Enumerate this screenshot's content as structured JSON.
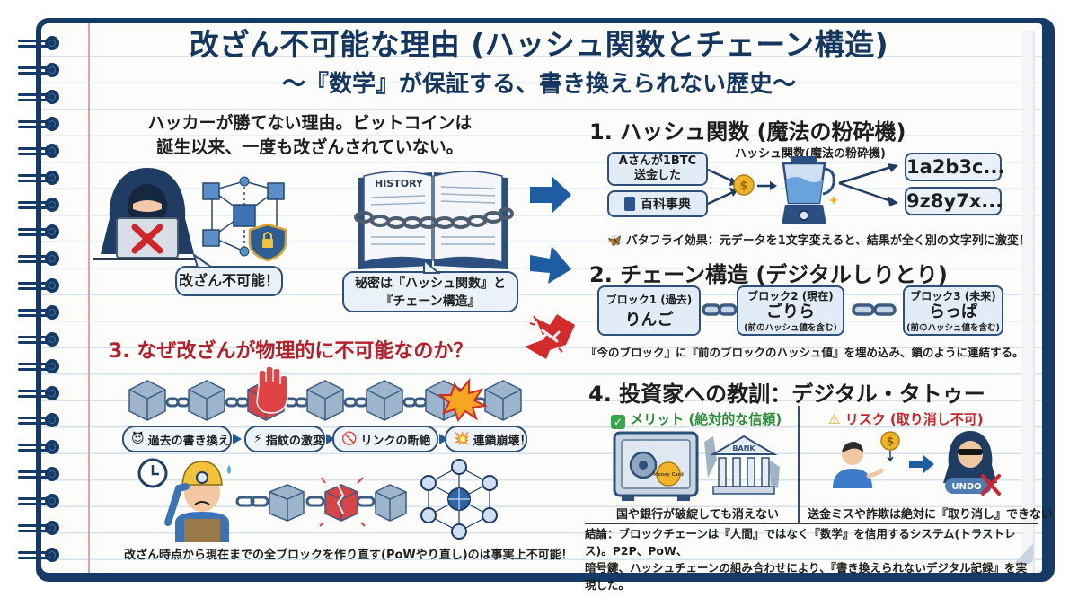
{
  "header": {
    "title": "改ざん不可能な理由 (ハッシュ関数とチェーン構造)",
    "subtitle": "〜『数学』が保証する、書き換えられない歴史〜"
  },
  "intro": {
    "lead_line1": "ハッカーが勝てない理由。ビットコインは",
    "lead_line2": "誕生以来、一度も改ざんされていない。",
    "hacker_bubble": "改ざん不可能！",
    "book_label": "HISTORY",
    "book_bubble_line1": "秘密は『ハッシュ関数』と",
    "book_bubble_line2": "『チェーン構造』"
  },
  "section1": {
    "heading": "1. ハッシュ関数 (魔法の粉砕機)",
    "blender_label": "ハッシュ関数(魔法の粉砕機)",
    "inputs": [
      {
        "line1": "Aさんが1BTC",
        "line2": "送金した",
        "icon": ""
      },
      {
        "line1": "百科事典",
        "line2": "",
        "icon": "book-icon"
      }
    ],
    "coin_symbol": "$",
    "outputs": [
      "1a2b3c...",
      "9z8y7x..."
    ],
    "butterfly_note": "バタフライ効果：元データを1文字変えると、結果が全く別の文字列に激変！"
  },
  "section2": {
    "heading": "2. チェーン構造 (デジタルしりとり)",
    "blocks": [
      {
        "label": "ブロック1 (過去)",
        "word": "りんご",
        "note": ""
      },
      {
        "label": "ブロック2 (現在)",
        "word": "ごりら",
        "note": "(前のハッシュ値を含む)"
      },
      {
        "label": "ブロック3 (未来)",
        "word": "らっぱ",
        "note": "(前のハッシュ値を含む)"
      }
    ],
    "caption": "『今のブロック』に『前のブロックのハッシュ値』を埋め込み、鎖のように連結する。"
  },
  "section3": {
    "heading": "3. なぜ改ざんが物理的に不可能なのか？",
    "steps": [
      {
        "icon": "devil-icon",
        "glyph": "😈",
        "label": "過去の書き換え"
      },
      {
        "icon": "lightning-icon",
        "glyph": "⚡",
        "label": "指紋の激変"
      },
      {
        "icon": "prohibited-icon",
        "glyph": "🚫",
        "label": "リンクの断絶"
      },
      {
        "icon": "explosion-icon",
        "glyph": "💥",
        "label": "連鎖崩壊！"
      }
    ],
    "caption": "改ざん時点から現在までの全ブロックを作り直す(PoWやり直し)のは事実上不可能！"
  },
  "section4": {
    "heading": "4. 投資家への教訓：デジタル・タトゥー",
    "merit": {
      "heading": "メリット (絶対的な信頼)",
      "bank_label": "BANK",
      "coin_text": "Money Card",
      "caption": "国や銀行が破綻しても消えない"
    },
    "risk": {
      "heading": "リスク (取り消し不可)",
      "undo_label": "UNDO",
      "caption": "送金ミスや詐欺は絶対に『取り消し』できない"
    },
    "conclusion_line1": "結論：ブロックチェーンは『人間』ではなく『数学』を信用するシステム(トラストレス)。P2P、PoW、",
    "conclusion_line2": "暗号鍵、ハッシュチェーンの組み合わせにより、『書き換えられないデジタル記録』を実現した。"
  },
  "colors": {
    "navy": "#163a66",
    "title": "#15365f",
    "box_fill": "#e2ecf6",
    "box_stroke": "#2d4f78",
    "red": "#c8232c",
    "green": "#2e8b3a",
    "arrow_blue": "#1f5da3",
    "cube": "#9db5cc"
  }
}
